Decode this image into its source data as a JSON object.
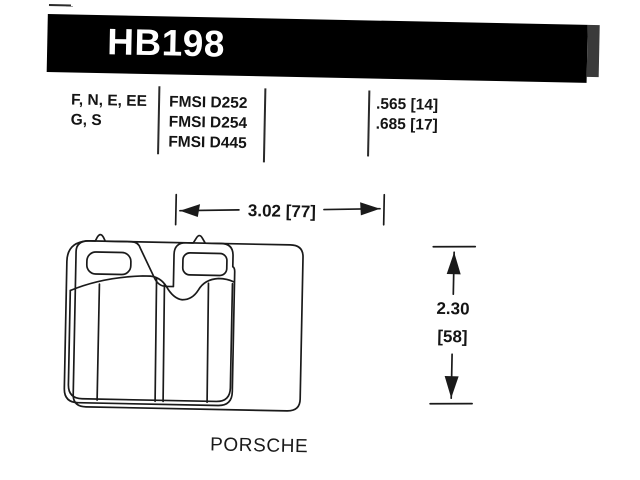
{
  "header": {
    "part_number": "HB198"
  },
  "spec_table": {
    "compounds": [
      "F, N, E, EE",
      "G, S"
    ],
    "fmsi_codes": [
      "FMSI D252",
      "FMSI D254",
      "FMSI D445"
    ],
    "thickness": [
      ".565 [14]",
      ".685 [17]"
    ]
  },
  "drawing": {
    "width_dimension": "3.02 [77]",
    "height_dimension_value": "2.30",
    "height_dimension_metric": "[58]"
  },
  "footer": {
    "vehicle": "PORSCHE"
  },
  "colors": {
    "header_background": "#000000",
    "header_text": "#ffffff",
    "card_background": "#ffffff",
    "line_color": "#1a1a1a",
    "edge_strip": "#2b2b2b"
  }
}
